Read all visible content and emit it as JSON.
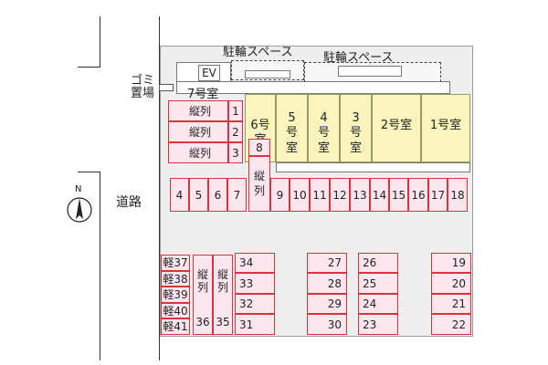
{
  "labels": {
    "bike1": "駐輪スペース",
    "bike2": "駐輪スペース",
    "garbage": "ゴミ\n置場",
    "ev": "EV",
    "room7": "7号室",
    "road": "道路",
    "north": "N"
  },
  "rooms": [
    {
      "id": "6",
      "label": "6号室"
    },
    {
      "id": "5",
      "label": "5\n号\n室"
    },
    {
      "id": "4",
      "label": "4\n号\n室"
    },
    {
      "id": "3",
      "label": "3\n号\n室"
    },
    {
      "id": "2",
      "label": "2号室"
    },
    {
      "id": "1",
      "label": "1号室"
    }
  ],
  "tandem": {
    "rows": [
      {
        "label": "縦列",
        "num": "1"
      },
      {
        "label": "縦列",
        "num": "2"
      },
      {
        "label": "縦列",
        "num": "3"
      }
    ],
    "col8_num": "8",
    "col8_label": "縦\n列",
    "col36_label": "縦\n列",
    "col36_num": "36",
    "col35_label": "縦\n列",
    "col35_num": "35"
  },
  "row_top": {
    "left": [
      "4",
      "5",
      "6",
      "7"
    ],
    "right": [
      "9",
      "10",
      "11",
      "12",
      "13",
      "14",
      "15",
      "16",
      "17",
      "18"
    ]
  },
  "light": [
    "軽37",
    "軽38",
    "軽39",
    "軽40",
    "軽41"
  ],
  "col_31_34": [
    "34",
    "33",
    "32",
    "31"
  ],
  "col_27_30": [
    "27",
    "28",
    "29",
    "30"
  ],
  "col_23_26": [
    "26",
    "25",
    "24",
    "23"
  ],
  "col_19_22": [
    "19",
    "20",
    "21",
    "22"
  ]
}
